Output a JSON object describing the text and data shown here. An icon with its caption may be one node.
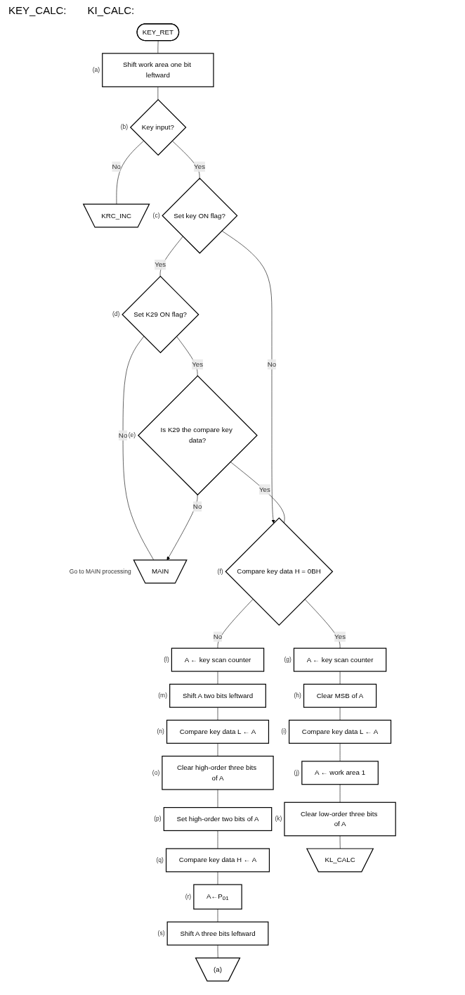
{
  "diagram": {
    "nodes": [
      {
        "text": [
          "KEY_RET"
        ]
      },
      {
        "text": [
          "Shift work area one bit leftward"
        ],
        "beside": [
          "(a)"
        ]
      },
      {
        "text": [
          "Key input?"
        ],
        "beside": [
          "(b)"
        ]
      },
      {
        "text": [
          "KRC_INC"
        ]
      },
      {
        "text": [
          "Set key ON flag?"
        ],
        "beside": [
          "(c)"
        ]
      },
      {
        "text": [
          "Set K29 ON flag?"
        ],
        "beside": [
          "(d)"
        ]
      },
      {
        "text": [
          "Is K29 the compare key data?"
        ],
        "beside": [
          "(e)"
        ]
      },
      {
        "text": [
          "MAIN"
        ],
        "beside": [
          "Go to MAIN processing"
        ]
      },
      {
        "text": [
          "Compare key data H = 0BH"
        ],
        "beside": [
          "(f)"
        ]
      },
      {
        "text": [
          "A ← key scan counter"
        ],
        "beside": [
          "(l)"
        ]
      },
      {
        "text": [
          "Shift A two bits leftward"
        ],
        "beside": [
          "(m)"
        ]
      },
      {
        "text": [
          "Compare key data L ← A"
        ],
        "beside": [
          "(n)"
        ]
      },
      {
        "text": [
          "Clear high-order three bits of A"
        ],
        "beside": [
          "(o)"
        ]
      },
      {
        "text": [
          "Set high-order two bits of A"
        ],
        "beside": [
          "(p)"
        ]
      },
      {
        "text": [
          "Compare key data H ← A"
        ],
        "beside": [
          "(q)"
        ]
      },
      {
        "text": [
          "A←P$_{01}$"
        ],
        "beside": [
          "(r)"
        ]
      },
      {
        "text": [
          "Shift A three bits leftward"
        ],
        "beside": [
          "(s)"
        ]
      },
      {
        "text": [
          "(a)"
        ]
      },
      {
        "text": [
          "A ← key scan counter"
        ],
        "beside": [
          "(g)"
        ]
      },
      {
        "text": [
          "Clear MSB of A"
        ],
        "beside": [
          "(h)"
        ]
      },
      {
        "text": [
          "Compare key data L ← A"
        ],
        "beside": [
          "(i)"
        ]
      },
      {
        "text": [
          "A ← work area 1"
        ],
        "beside": [
          "(j)"
        ]
      },
      {
        "text": [
          "Clear low-order three bits of A"
        ],
        "beside": [
          "(k)"
        ]
      },
      {
        "text": [
          "KL_CALC"
        ]
      }
    ],
    "edges": [
      {
        "from": 0,
        "to": 1,
        "arrow": "none"
      },
      {
        "from": 1,
        "to": 2,
        "arrow": "none"
      },
      {
        "from": 2,
        "to": 3,
        "label": "No",
        "arrow": "none"
      },
      {
        "from": 2,
        "to": 4,
        "label": "Yes",
        "arrow": "none"
      },
      {
        "from": 4,
        "to": 8,
        "label": "No",
        "arrow": "to"
      },
      {
        "from": 4,
        "to": 5,
        "label": "Yes",
        "arrow": "none"
      },
      {
        "from": 5,
        "to": 7,
        "label": "No",
        "arrow": "none"
      },
      {
        "from": 5,
        "to": 6,
        "label": "Yes",
        "arrow": "none"
      },
      {
        "from": 6,
        "to": 7,
        "label": "No",
        "arrow": "to"
      },
      {
        "from": 6,
        "to": 8,
        "label": "Yes",
        "arrow": "none"
      },
      {
        "from": 8,
        "to": 9,
        "label": "No",
        "arrow": "none"
      },
      {
        "from": 8,
        "to": 18,
        "label": "Yes",
        "arrow": "none"
      },
      {
        "from": 9,
        "to": 10,
        "arrow": "none"
      },
      {
        "from": 10,
        "to": 11,
        "arrow": "none"
      },
      {
        "from": 11,
        "to": 12,
        "arrow": "none"
      },
      {
        "from": 12,
        "to": 13,
        "arrow": "none"
      },
      {
        "from": 13,
        "to": 14,
        "arrow": "none"
      },
      {
        "from": 14,
        "to": 15,
        "arrow": "none"
      },
      {
        "from": 15,
        "to": 16,
        "arrow": "none"
      },
      {
        "from": 16,
        "to": 17,
        "arrow": "none"
      },
      {
        "from": 18,
        "to": 19,
        "arrow": "none"
      },
      {
        "from": 19,
        "to": 20,
        "arrow": "none"
      },
      {
        "from": 20,
        "to": 21,
        "arrow": "none"
      },
      {
        "from": 21,
        "to": 22,
        "arrow": "none"
      },
      {
        "from": 22,
        "to": 23,
        "arrow": "none"
      }
    ],
    "labels": [
      "KEY_CALC:",
      "KI_CALC:"
    ]
  }
}
